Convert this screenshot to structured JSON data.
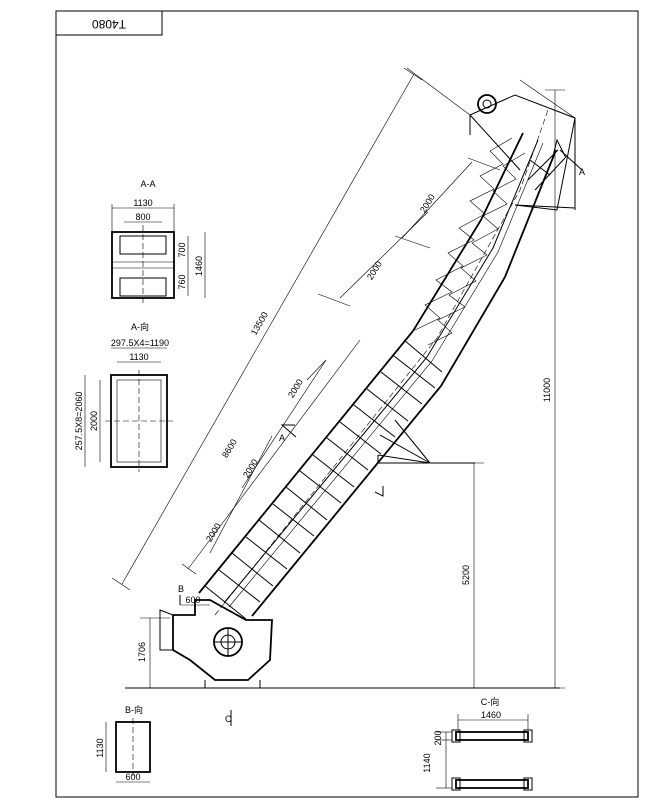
{
  "drawing": {
    "code": "T4080",
    "main_view": {
      "dims": {
        "total_length": "13500",
        "lower_length": "8600",
        "seg_top": "2000",
        "seg_2": "2000",
        "seg_3": "2000",
        "seg_4": "2000",
        "seg_5": "2000",
        "total_height": "11000",
        "support_height": "5200",
        "inlet_height": "1706",
        "inlet_width": "600"
      },
      "labels": {
        "a_top": "A",
        "a_mid": "A",
        "b": "B",
        "c": "C"
      }
    },
    "section_aa": {
      "title": "A-A",
      "dims": {
        "outer_w": "1130",
        "inner_w": "800",
        "d1": "700",
        "d2": "760",
        "h": "1460"
      }
    },
    "view_a": {
      "title": "A-向",
      "dims": {
        "holes_w": "297.5X4=1190",
        "w": "1130",
        "holes_h": "257.5X8=2060",
        "h": "2000"
      }
    },
    "view_b": {
      "title": "B-向",
      "dims": {
        "h": "1130",
        "w": "600"
      }
    },
    "view_c": {
      "title": "C-向",
      "dims": {
        "w": "1460",
        "h1": "200",
        "h2": "1140"
      }
    }
  }
}
